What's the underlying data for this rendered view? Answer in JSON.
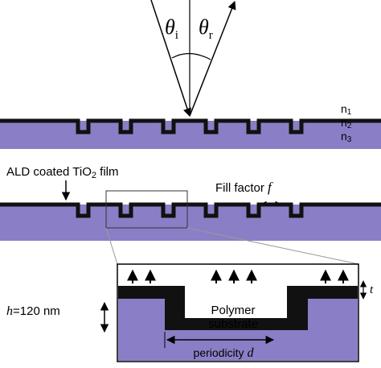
{
  "angles": {
    "incident_symbol": "θ",
    "incident_sub": "i",
    "reflected_symbol": "θ",
    "reflected_sub": "r"
  },
  "indices": {
    "n1": {
      "base": "n",
      "sub": "1"
    },
    "n2": {
      "base": "n",
      "sub": "2"
    },
    "n3": {
      "base": "n",
      "sub": "3"
    }
  },
  "labels": {
    "ald_prefix": "ALD coated TiO",
    "ald_sub": "2",
    "ald_suffix": " film",
    "fill_factor_text": "Fill factor ",
    "fill_factor_symbol": "f",
    "h_symbol": "h",
    "h_value": "=120 nm",
    "thickness_symbol": "t",
    "substrate_line1": "Polymer",
    "substrate_line2": "substrate",
    "periodicity_text": "periodicity ",
    "periodicity_symbol": "d"
  },
  "colors": {
    "substrate": "#8a7fc6",
    "film": "#111111",
    "line": "#000000"
  }
}
